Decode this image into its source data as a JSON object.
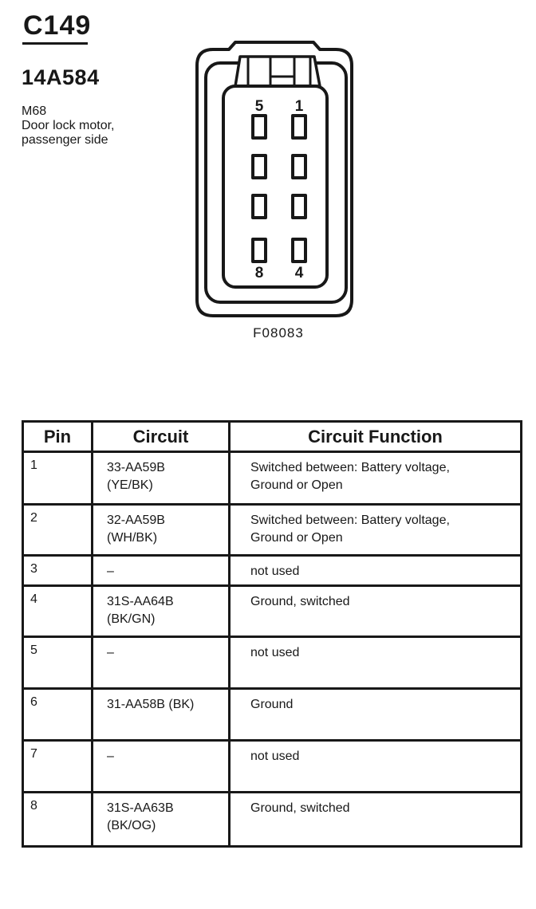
{
  "header": {
    "connector_id": "C149",
    "part_number": "14A584",
    "component_code": "M68",
    "component_desc_1": "Door lock motor,",
    "component_desc_2": "passenger side"
  },
  "figure": {
    "caption": "F08083",
    "pin_labels": {
      "top_left": "5",
      "top_right": "1",
      "bottom_left": "8",
      "bottom_right": "4"
    }
  },
  "table": {
    "headers": [
      "Pin",
      "Circuit",
      "Circuit Function"
    ],
    "rows": [
      {
        "pin": "1",
        "circuit": [
          "33-AA59B",
          "(YE/BK)"
        ],
        "function": [
          "Switched between: Battery voltage,",
          "Ground or Open"
        ]
      },
      {
        "pin": "2",
        "circuit": [
          "32-AA59B",
          "(WH/BK)"
        ],
        "function": [
          "Switched between: Battery voltage,",
          "Ground or Open"
        ]
      },
      {
        "pin": "3",
        "circuit": [
          "–"
        ],
        "function": [
          "not used"
        ]
      },
      {
        "pin": "4",
        "circuit": [
          "31S-AA64B",
          "(BK/GN)"
        ],
        "function": [
          "Ground, switched"
        ]
      },
      {
        "pin": "5",
        "circuit": [
          "–"
        ],
        "function": [
          "not used"
        ]
      },
      {
        "pin": "6",
        "circuit": [
          "31-AA58B (BK)"
        ],
        "function": [
          "Ground"
        ]
      },
      {
        "pin": "7",
        "circuit": [
          "–"
        ],
        "function": [
          "not used"
        ]
      },
      {
        "pin": "8",
        "circuit": [
          "31S-AA63B",
          "(BK/OG)"
        ],
        "function": [
          "Ground, switched"
        ]
      }
    ]
  },
  "colors": {
    "ink": "#181818",
    "paper": "#ffffff"
  }
}
